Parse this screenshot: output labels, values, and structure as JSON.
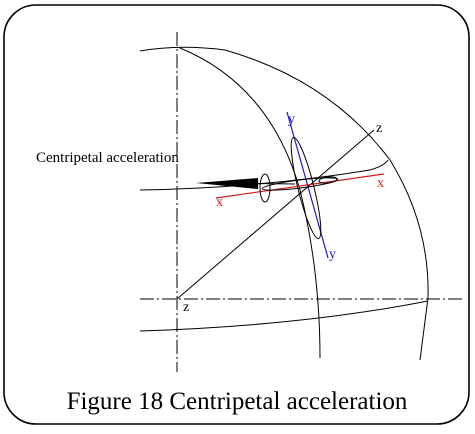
{
  "figure": {
    "caption": "Figure 18  Centripetal acceleration",
    "annotation": "Centripetal acceleration",
    "axis_labels": {
      "z_top": "z",
      "z_bottom": "z",
      "y_top": "y",
      "y_bottom": "y",
      "x_left": "x",
      "x_right": "x"
    },
    "colors": {
      "frame": "#000000",
      "y_axis": "#1d1dc8",
      "x_axis": "#d01818",
      "arrow": "#000000"
    }
  }
}
